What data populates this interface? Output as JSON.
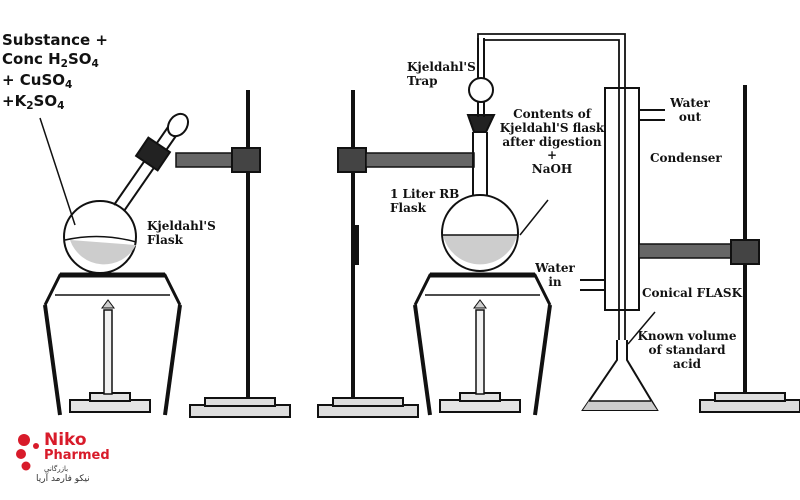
{
  "labels": {
    "reagents": {
      "line1": "Substance +",
      "line2_main": "Conc H",
      "line2_sub1": "2",
      "line2_mid": "SO",
      "line2_sub2": "4",
      "line3_main": "+ CuSO",
      "line3_sub": "4",
      "line4_main": "+K",
      "line4_sub1": "2",
      "line4_mid": "SO",
      "line4_sub2": "4"
    },
    "kjeldahl_flask": [
      "Kjeldahl'S",
      "Flask"
    ],
    "trap": [
      "Kjeldahl'S",
      "Trap"
    ],
    "contents": [
      "Contents of",
      "Kjeldahl'S flask",
      "after digestion",
      "+",
      "NaOH"
    ],
    "rb_flask": [
      "1 Liter RB",
      "Flask"
    ],
    "water_out": [
      "Water",
      "out"
    ],
    "condenser": "Condenser",
    "water_in": [
      "Water",
      "in"
    ],
    "conical_flask": "Conical FLASK",
    "known_volume": [
      "Known volume",
      "of standard",
      "acid"
    ]
  },
  "logo": {
    "name_top": "Niko",
    "name_bottom": "Pharmed",
    "tagline": "نیکو فارمد آریا",
    "tagline_small": "بازرگانی",
    "brand_color": "#d81b2a"
  }
}
